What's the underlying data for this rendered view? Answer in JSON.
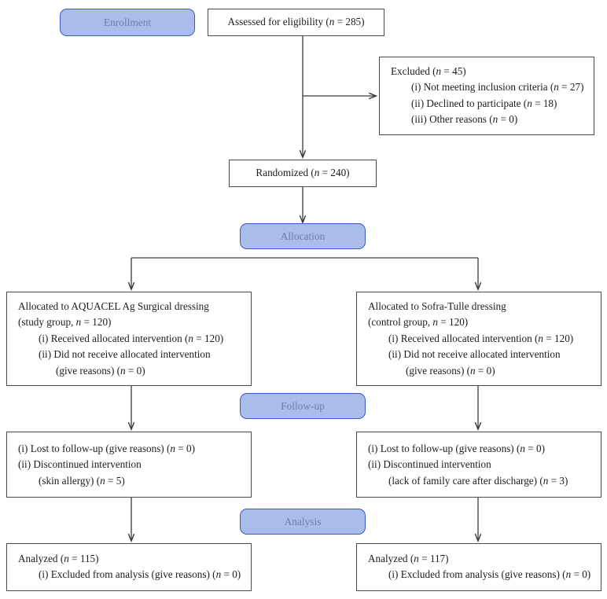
{
  "diagram": {
    "title": "CONSORT participant flow diagram",
    "colors": {
      "stage_fill": "#aabcec",
      "stage_border": "#3a5bbf",
      "stage_text": "#6f7fa8",
      "box_border": "#4a4a4a",
      "box_text": "#1c1c1c",
      "connector": "#3a3a3a",
      "background": "#ffffff"
    }
  },
  "stages": {
    "enrollment": "Enrollment",
    "allocation": "Allocation",
    "followup": "Follow-up",
    "analysis": "Analysis"
  },
  "nodes": {
    "assessed": {
      "name": "assessed-for-eligibility",
      "lines": [
        "Assessed for eligibility (n = 285)"
      ]
    },
    "excluded": {
      "name": "excluded",
      "lines": [
        "Excluded (n = 45)",
        "(i) Not meeting inclusion criteria (n = 27)",
        "(ii) Declined to participate (n = 18)",
        "(iii) Other reasons (n = 0)"
      ]
    },
    "randomized": {
      "name": "randomized",
      "lines": [
        "Randomized (n = 240)"
      ]
    },
    "allocated_left": {
      "name": "allocated-study-group",
      "lines": [
        "Allocated to AQUACEL Ag Surgical dressing",
        "(study group, n = 120)",
        "(i) Received allocated intervention (n = 120)",
        "(ii) Did not receive allocated intervention",
        "(give reasons) (n = 0)"
      ]
    },
    "allocated_right": {
      "name": "allocated-control-group",
      "lines": [
        "Allocated to Sofra-Tulle dressing",
        "(control group, n = 120)",
        "(i) Received allocated intervention (n = 120)",
        "(ii) Did not receive allocated intervention",
        "(give reasons) (n = 0)"
      ]
    },
    "followup_left": {
      "name": "followup-study-group",
      "lines": [
        "(i) Lost to follow-up (give reasons) (n = 0)",
        "(ii) Discontinued intervention",
        "(skin allergy) (n = 5)"
      ]
    },
    "followup_right": {
      "name": "followup-control-group",
      "lines": [
        "(i) Lost to follow-up (give reasons) (n = 0)",
        "(ii) Discontinued intervention",
        "(lack of family care after discharge) (n = 3)"
      ]
    },
    "analyzed_left": {
      "name": "analyzed-study-group",
      "lines": [
        "Analyzed (n = 115)",
        "(i) Excluded from analysis (give reasons) (n = 0)"
      ]
    },
    "analyzed_right": {
      "name": "analyzed-control-group",
      "lines": [
        "Analyzed (n = 117)",
        "(i) Excluded from analysis (give reasons) (n = 0)"
      ]
    }
  }
}
